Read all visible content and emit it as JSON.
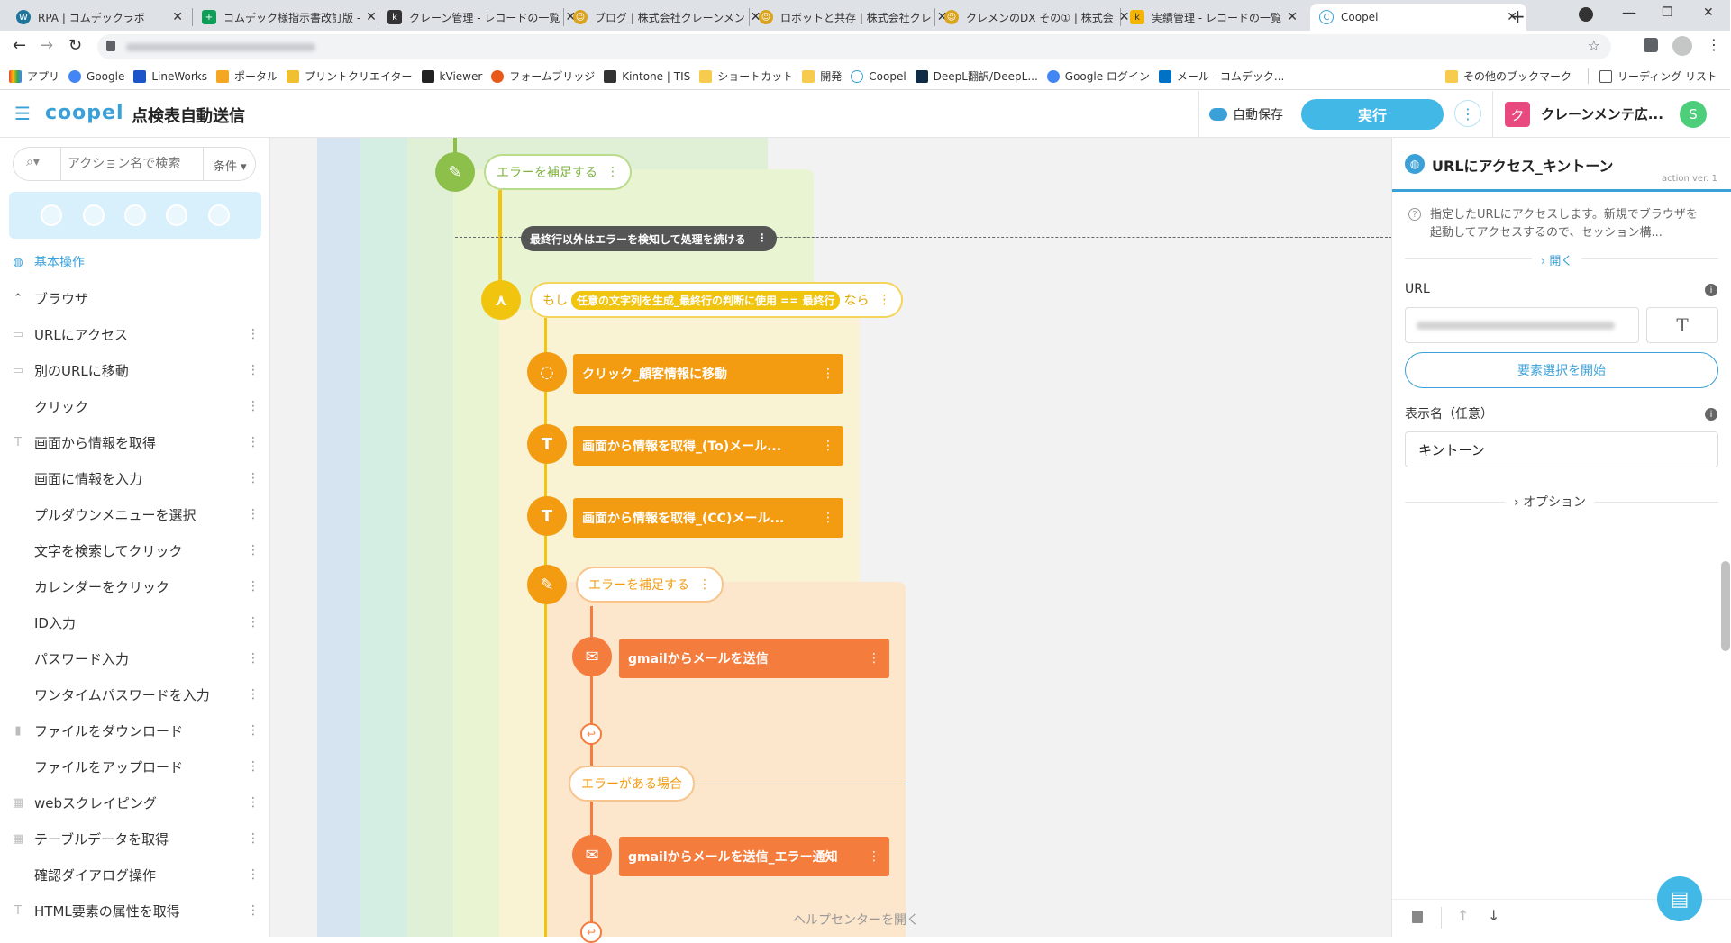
{
  "browser": {
    "tabs": [
      {
        "title": "RPA | コムデックラボ",
        "icon": "wordpress-icon"
      },
      {
        "title": "コムデック様指示書改訂版 - ",
        "icon": "sheets-icon"
      },
      {
        "title": "クレーン管理 - レコードの一覧",
        "icon": "kintone-icon"
      },
      {
        "title": "ブログ | 株式会社クレーンメン",
        "icon": "crane-icon"
      },
      {
        "title": "ロボットと共存 | 株式会社クレ",
        "icon": "crane-icon"
      },
      {
        "title": "クレメンのDX その① | 株式会",
        "icon": "crane-icon"
      },
      {
        "title": "実績管理 - レコードの一覧",
        "icon": "kintone-icon"
      },
      {
        "title": "Coopel",
        "icon": "coopel-icon"
      }
    ],
    "bookmarks": [
      "アプリ",
      "Google",
      "LineWorks",
      "ポータル",
      "プリントクリエイター",
      "kViewer",
      "フォームブリッジ",
      "Kintone | TIS",
      "ショートカット",
      "開発",
      "Coopel",
      "DeepL翻訳/DeepL...",
      "Google ログイン",
      "メール - コムデック..."
    ],
    "bookmarks_right": [
      "その他のブックマーク",
      "リーディング リスト"
    ]
  },
  "app": {
    "logo": "coopel",
    "title": "点検表自動送信",
    "autosave": "自動保存",
    "run": "実行",
    "workspace_initial": "ク",
    "workspace_name": "クレーンメンテ広...",
    "user_initial": "S"
  },
  "left": {
    "search_placeholder": "アクション名で検索",
    "filter": "条件",
    "category": "基本操作",
    "group": "ブラウザ",
    "items": [
      "URLにアクセス",
      "別のURLに移動",
      "クリック",
      "画面から情報を取得",
      "画面に情報を入力",
      "プルダウンメニューを選択",
      "文字を検索してクリック",
      "カレンダーをクリック",
      "ID入力",
      "パスワード入力",
      "ワンタイムパスワードを入力",
      "ファイルをダウンロード",
      "ファイルをアップロード",
      "webスクレイピング",
      "テーブルデータを取得",
      "確認ダイアログ操作",
      "HTML要素の属性を取得"
    ]
  },
  "flow": {
    "catch1": "エラーを補足する",
    "banner": "最終行以外はエラーを検知して処理を続ける",
    "if_prefix": "もし",
    "if_cond": "任意の文字列を生成_最終行の判断に使用 == 最終行",
    "if_suffix": "なら",
    "click": "クリック_顧客情報に移動",
    "get_to": "画面から情報を取得_(To)メール...",
    "get_cc": "画面から情報を取得_(CC)メール...",
    "catch2": "エラーを補足する",
    "gmail1": "gmailからメールを送信",
    "on_error": "エラーがある場合",
    "gmail2": "gmailからメールを送信_エラー通知",
    "help": "ヘルプセンターを開く"
  },
  "right": {
    "title": "URLにアクセス_キントーン",
    "version": "action ver. 1",
    "description": "指定したURLにアクセスします。新規でブラウザを起動してアクセスするので、セッション構...",
    "open": "開く",
    "url_label": "URL",
    "text_toggle": "T",
    "select_button": "要素選択を開始",
    "display_label": "表示名（任意）",
    "display_value": "キントーン",
    "options": "オプション"
  }
}
